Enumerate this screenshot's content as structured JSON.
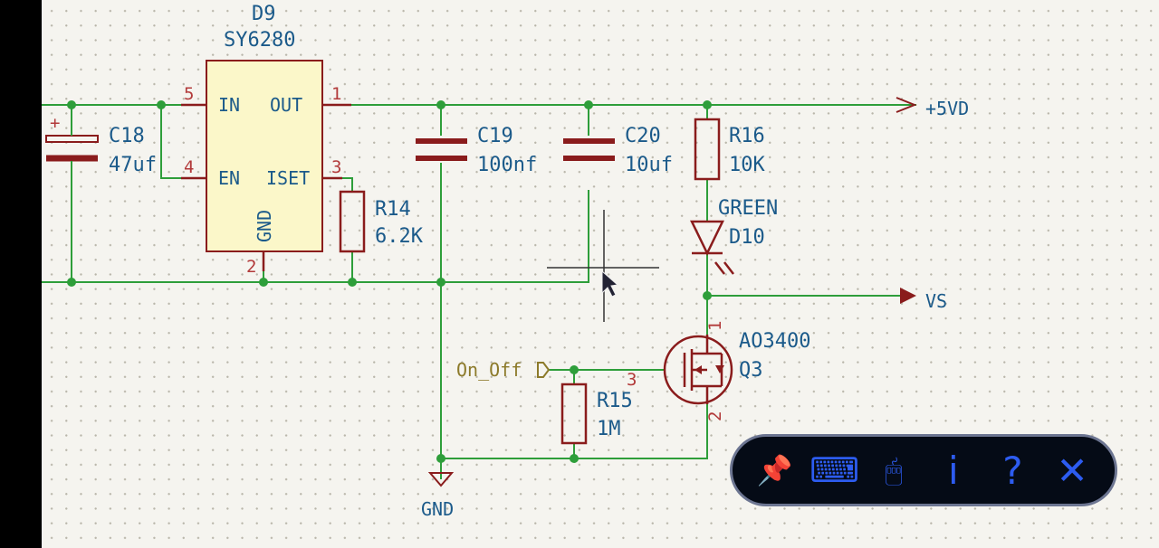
{
  "schematic": {
    "components": {
      "d9": {
        "ref": "D9",
        "value": "SY6280",
        "pins": {
          "in": "IN",
          "out": "OUT",
          "en": "EN",
          "iset": "ISET",
          "gnd": "GND"
        },
        "pin_numbers": {
          "p5": "5",
          "p1": "1",
          "p4": "4",
          "p3": "3",
          "p2": "2"
        }
      },
      "c18": {
        "ref": "C18",
        "value": "47uf",
        "polarity": "+"
      },
      "c19": {
        "ref": "C19",
        "value": "100nf"
      },
      "c20": {
        "ref": "C20",
        "value": "10uf"
      },
      "r16": {
        "ref": "R16",
        "value": "10K"
      },
      "r14": {
        "ref": "R14",
        "value": "6.2K"
      },
      "d10": {
        "ref": "D10",
        "value": "GREEN"
      },
      "q3": {
        "ref": "Q3",
        "value": "AO3400",
        "pin_numbers": {
          "p1": "1",
          "p2": "2",
          "p3": "3"
        }
      },
      "r15": {
        "ref": "R15",
        "value": "1M"
      }
    },
    "nets": {
      "vcc": "+5VD",
      "vs": "VS",
      "gnd": "GND",
      "on_off": "On_Off"
    }
  },
  "toolbar": {
    "buttons": [
      {
        "icon": "pin-icon",
        "glyph": "📌"
      },
      {
        "icon": "keyboard-icon",
        "glyph": "⌨"
      },
      {
        "icon": "mouse-icon",
        "glyph": "🖱"
      },
      {
        "icon": "info-icon",
        "glyph": "i"
      },
      {
        "icon": "help-icon",
        "glyph": "?"
      },
      {
        "icon": "close-icon",
        "glyph": "✕"
      }
    ]
  },
  "colors": {
    "wire": "#2e9e3a",
    "symbol": "#8a1c1c",
    "text": "#1b5a8a",
    "background": "#f5f4ef",
    "toolbar_accent": "#2d5cf0"
  }
}
